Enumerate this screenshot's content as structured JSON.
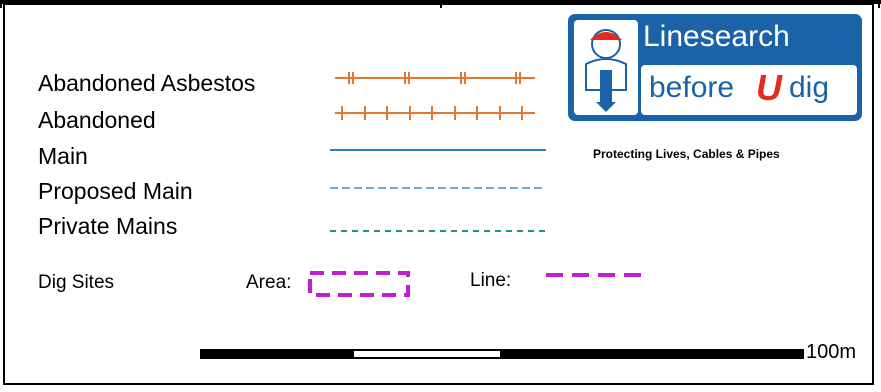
{
  "legend": {
    "items": [
      {
        "label": "Abandoned Asbestos",
        "symbol": "orange-double-tick-line",
        "color": "#e8772e"
      },
      {
        "label": "Abandoned",
        "symbol": "orange-tick-line",
        "color": "#e8772e"
      },
      {
        "label": "Main",
        "symbol": "blue-solid-line",
        "color": "#2f7fc2"
      },
      {
        "label": "Proposed Main",
        "symbol": "light-blue-dashed-line",
        "color": "#6aa9dc"
      },
      {
        "label": "Private Mains",
        "symbol": "green-dashed-line",
        "color": "#1f9a6b"
      }
    ],
    "dig_sites": {
      "label": "Dig Sites",
      "area_label": "Area:",
      "line_label": "Line:",
      "color": "#c21fd1"
    }
  },
  "logo": {
    "name_top": "Linesearch",
    "name_before": "before",
    "name_u": "U",
    "name_dig": "dig",
    "tagline": "Protecting Lives, Cables & Pipes",
    "brand_blue": "#1b63a8",
    "brand_red": "#e42b1e"
  },
  "scale_bar": {
    "label": "100m"
  }
}
